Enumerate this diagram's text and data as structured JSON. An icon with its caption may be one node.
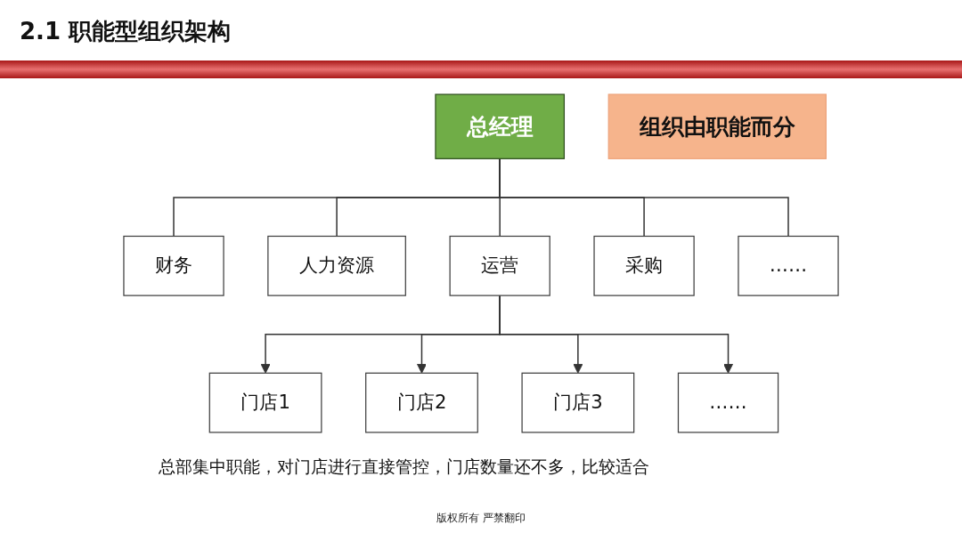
{
  "diagram": {
    "title": "2.1 职能型组织架构",
    "nodes": [
      {
        "text": [
          "组织由职能而分"
        ]
      },
      {
        "text": [
          "总经理"
        ]
      },
      {
        "text": [
          "财务"
        ]
      },
      {
        "text": [
          "人力资源"
        ]
      },
      {
        "text": [
          "运营"
        ]
      },
      {
        "text": [
          "采购"
        ]
      },
      {
        "text": [
          "……"
        ]
      },
      {
        "text": [
          "门店1"
        ]
      },
      {
        "text": [
          "门店2"
        ]
      },
      {
        "text": [
          "门店3"
        ]
      },
      {
        "text": [
          "……"
        ]
      }
    ],
    "edges": [
      {
        "from": 1,
        "to": 2,
        "arrow": "none"
      },
      {
        "from": 1,
        "to": 3,
        "arrow": "none"
      },
      {
        "from": 1,
        "to": 4,
        "arrow": "none"
      },
      {
        "from": 1,
        "to": 5,
        "arrow": "none"
      },
      {
        "from": 1,
        "to": 6,
        "arrow": "none"
      },
      {
        "from": 4,
        "to": 7,
        "arrow": "to"
      },
      {
        "from": 4,
        "to": 8,
        "arrow": "to"
      },
      {
        "from": 4,
        "to": 9,
        "arrow": "to"
      },
      {
        "from": 4,
        "to": 10,
        "arrow": "to"
      }
    ],
    "labels": [
      "总部集中职能，对门店进行直接管控，门店数量还不多，比较适合",
      "版权所有 严禁翻印"
    ]
  }
}
